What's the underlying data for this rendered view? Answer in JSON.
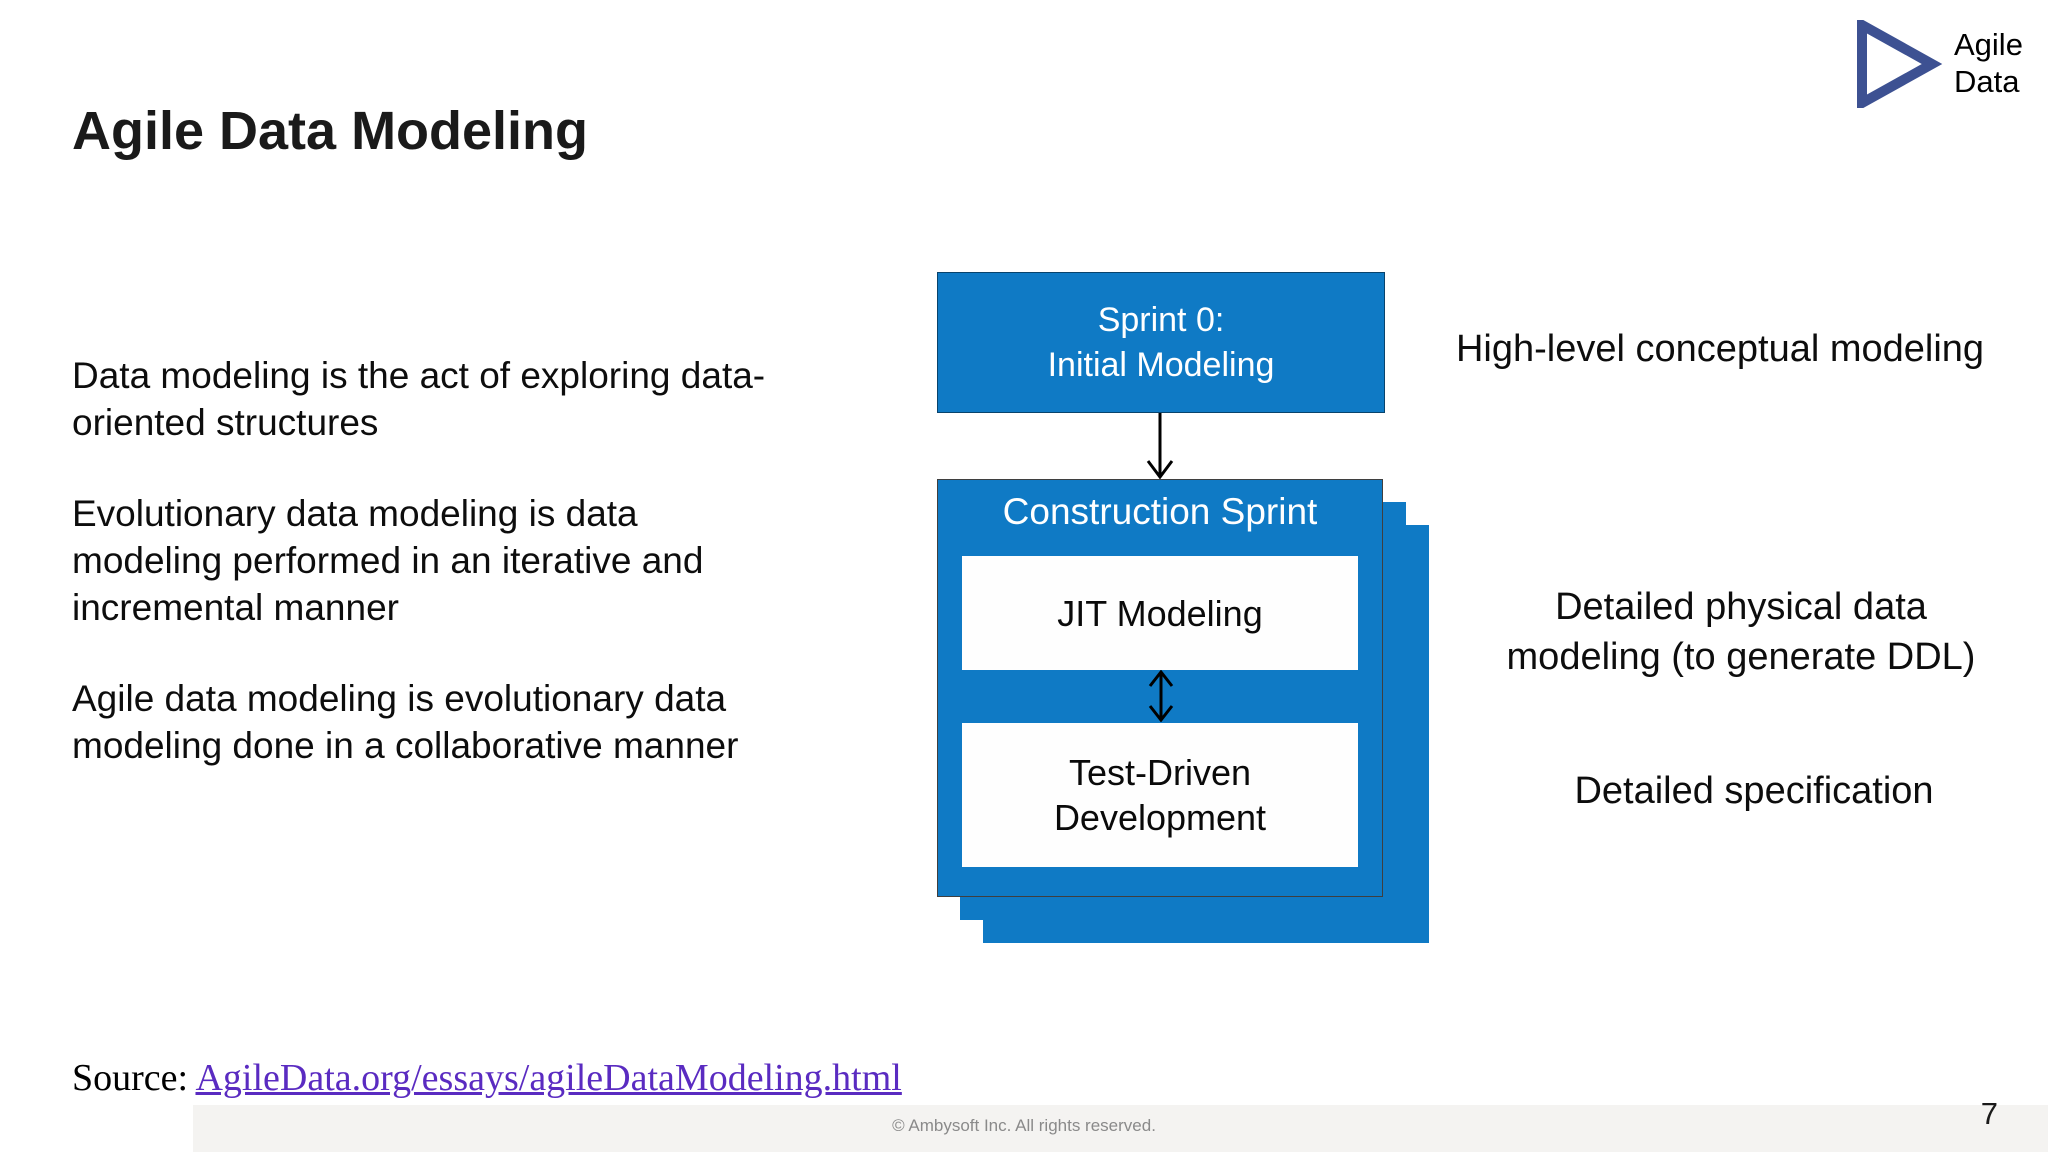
{
  "slide": {
    "title": "Agile Data Modeling",
    "page_number": "7",
    "footer_copyright": "© Ambysoft Inc. All rights reserved.",
    "source_label": "Source: ",
    "source_link": "AgileData.org/essays/agileDataModeling.html"
  },
  "logo": {
    "line1": "Agile",
    "line2": "Data",
    "triangle_color": "#3d5192"
  },
  "paragraphs": [
    "Data modeling is the act of exploring data-oriented structures",
    "Evolutionary data modeling is data modeling performed in an iterative and incremental manner",
    "Agile data modeling is evolutionary data modeling done in a collaborative manner"
  ],
  "diagram": {
    "accent_blue": "#0f7ac5",
    "sprint0": {
      "line1": "Sprint 0:",
      "line2": "Initial Modeling"
    },
    "construction": {
      "title": "Construction Sprint",
      "jit_label": "JIT Modeling",
      "tdd_line1": "Test-Driven",
      "tdd_line2": "Development"
    }
  },
  "annotations": [
    "High-level conceptual modeling",
    "Detailed physical data modeling (to generate DDL)",
    "Detailed specification"
  ],
  "colors": {
    "link_purple": "#5a2bc1",
    "footer_gray": "#8a8a8a"
  }
}
